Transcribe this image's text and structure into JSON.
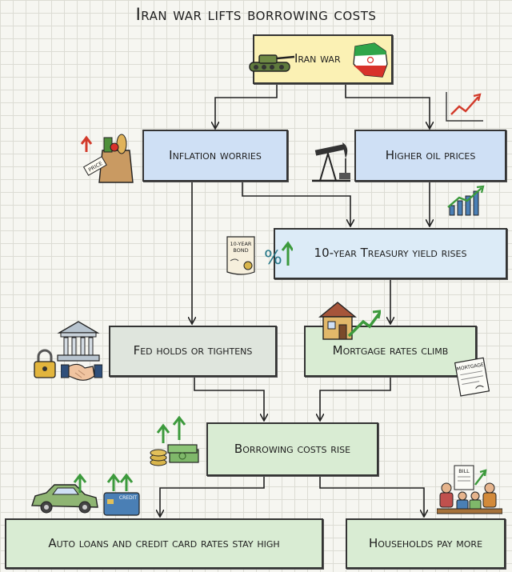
{
  "title": "Iran war lifts borrowing costs",
  "nodes": {
    "iran_war": "Iran war",
    "inflation": "Inflation worries",
    "oil": "Higher oil prices",
    "treasury": "10-year Treasury yield rises",
    "fed": "Fed holds or tightens",
    "mortgage": "Mortgage rates climb",
    "borrowing": "Borrowing costs rise",
    "auto": "Auto loans and credit card rates stay high",
    "households": "Households pay more"
  },
  "icon_text": {
    "price_tag": "PRICE",
    "bond_line1": "10-YEAR",
    "bond_line2": "BOND",
    "mortgage_doc": "MORTGAGE",
    "credit_card": "CREDIT",
    "bill": "BILL"
  },
  "colors": {
    "yellow": "#fbf1b4",
    "blue": "#cfe0f5",
    "grey": "#dfe5dd",
    "green": "#d9ecd3",
    "up_arrow_green": "#3c9a3c",
    "up_arrow_red": "#d23a2a"
  }
}
